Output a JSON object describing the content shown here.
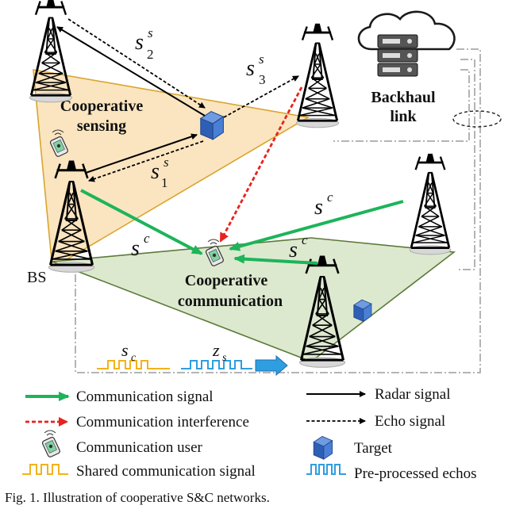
{
  "diagram": {
    "cloud_label_line1": "Backhaul",
    "cloud_label_line2": "link",
    "sensing_label_line1": "Cooperative",
    "sensing_label_line2": "sensing",
    "comm_label_line1": "Cooperative",
    "comm_label_line2": "communication",
    "bs_label": "BS",
    "signals": {
      "s2": {
        "base": "s",
        "sup": "s",
        "sub": "2"
      },
      "s3": {
        "base": "s",
        "sup": "s",
        "sub": "3"
      },
      "s1": {
        "base": "s",
        "sup": "s",
        "sub": "1"
      },
      "sc_left": {
        "base": "s",
        "sup": "c"
      },
      "sc_right_top": {
        "base": "s",
        "sup": "c"
      },
      "sc_right_mid": {
        "base": "s",
        "sup": "c"
      },
      "wave_sc": {
        "base": "s",
        "sub": "c"
      },
      "wave_zs": {
        "base": "z",
        "sub": "s"
      }
    }
  },
  "legend": {
    "comm_signal": "Communication signal",
    "comm_interference": "Communication interference",
    "comm_user": "Communication user",
    "shared_signal": "Shared communication signal",
    "radar_signal": "Radar signal",
    "echo_signal": "Echo signal",
    "target": "Target",
    "preprocessed": "Pre-processed echos"
  },
  "caption": "Fig. 1.  Illustration of cooperative S&C networks.",
  "colors": {
    "sensing_fill": "#fbe5c0",
    "comm_fill": "#dde9cf",
    "green_arrow": "#1db45a",
    "red_arrow": "#e8231e",
    "target_blue": "#3d6fc4",
    "shared_wave": "#f2b21c",
    "echo_wave": "#2f9ee0"
  }
}
